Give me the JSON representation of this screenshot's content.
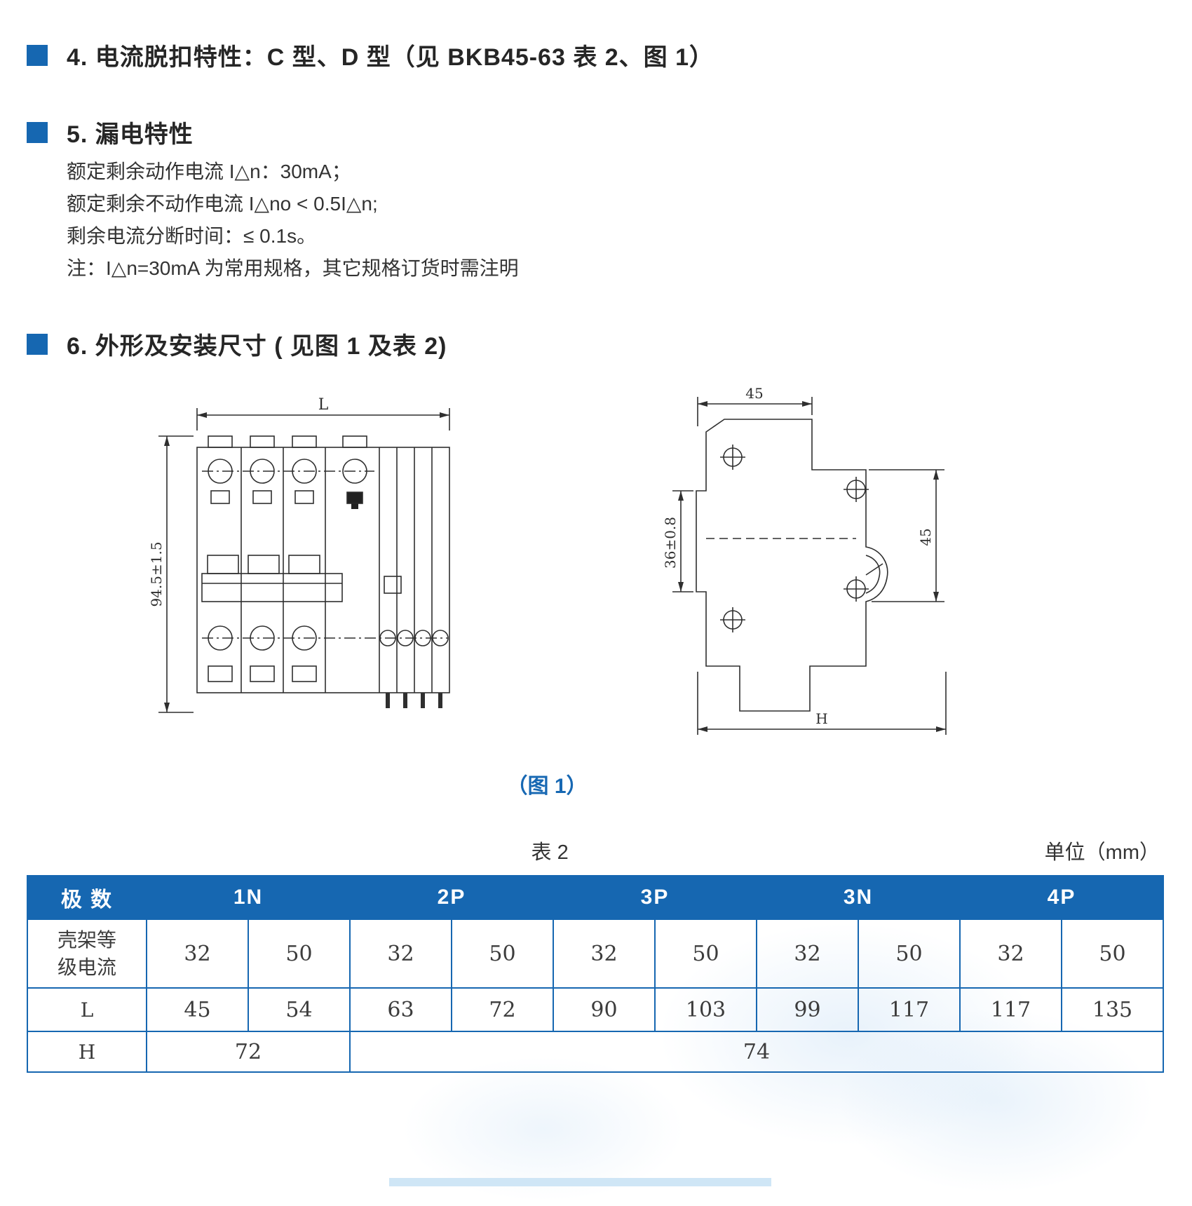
{
  "page": {
    "accent_color": "#1667b1"
  },
  "sections": {
    "s4": {
      "title": "4. 电流脱扣特性：C 型、D 型（见 BKB45-63 表 2、图 1）"
    },
    "s5": {
      "title": "5. 漏电特性",
      "lines": [
        "额定剩余动作电流 I△n：30mA；",
        "额定剩余不动作电流 I△no < 0.5I△n;",
        "剩余电流分断时间：≤ 0.1s。",
        "注：I△n=30mA 为常用规格，其它规格订货时需注明"
      ]
    },
    "s6": {
      "title": "6. 外形及安装尺寸 ( 见图 1 及表 2)"
    }
  },
  "figure": {
    "caption": "（图 1）",
    "front": {
      "width_label": "L",
      "height_label": "94.5±1.5"
    },
    "side": {
      "top_label": "45",
      "left_label": "36±0.8",
      "right_label": "45",
      "bottom_label": "H"
    }
  },
  "table": {
    "caption": "表 2",
    "unit": "单位（mm）",
    "header": [
      "极 数",
      "1N",
      "2P",
      "3P",
      "3N",
      "4P"
    ],
    "row_frame": {
      "label": "壳架等\n级电流",
      "values": [
        "32",
        "50",
        "32",
        "50",
        "32",
        "50",
        "32",
        "50",
        "32",
        "50"
      ]
    },
    "row_L": {
      "label": "L",
      "values": [
        "45",
        "54",
        "63",
        "72",
        "90",
        "103",
        "99",
        "117",
        "117",
        "135"
      ]
    },
    "row_H": {
      "label": "H",
      "values": [
        "72",
        "74"
      ]
    }
  }
}
